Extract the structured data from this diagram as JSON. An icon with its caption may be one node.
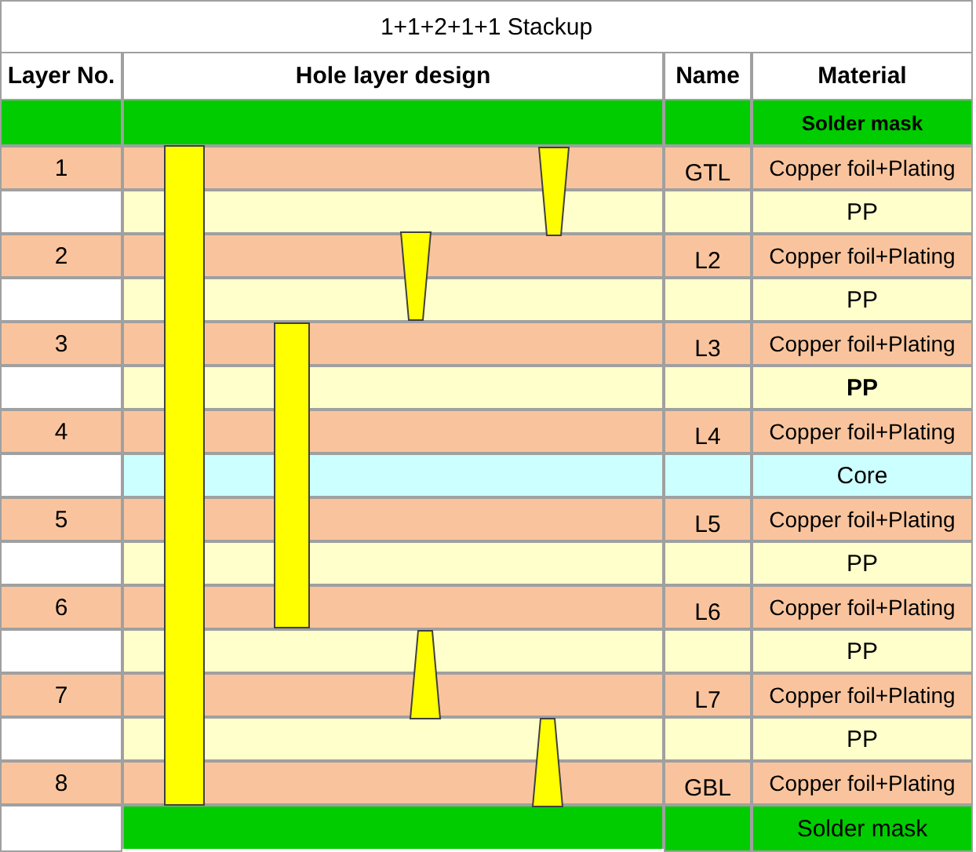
{
  "diagram": {
    "title": "1+1+2+1+1 Stackup",
    "labels": [
      "Layer No.",
      "Hole layer design",
      "Name",
      "Material",
      "Solder mask",
      "1",
      "GTL",
      "Copper foil+Plating",
      "PP",
      "2",
      "L2",
      "Copper foil+Plating",
      "PP",
      "3",
      "L3",
      "Copper foil+Plating",
      "PP",
      "4",
      "L4",
      "Copper foil+Plating",
      "Core",
      "5",
      "L5",
      "Copper foil+Plating",
      "PP",
      "6",
      "L6",
      "Copper foil+Plating",
      "PP",
      "7",
      "L7",
      "Copper foil+Plating",
      "PP",
      "8",
      "GBL",
      "Copper foil+Plating",
      "Solder mask"
    ]
  }
}
